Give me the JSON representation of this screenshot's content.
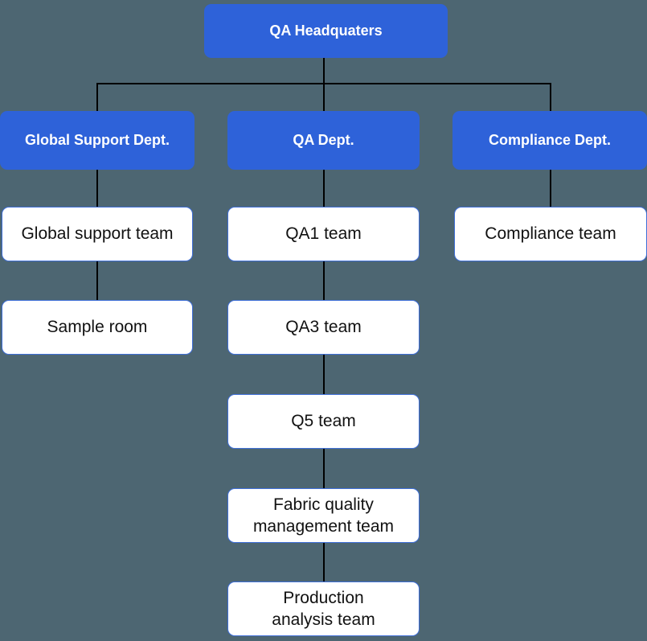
{
  "colors": {
    "background": "#4d6672",
    "node-blue": "#2e62d9",
    "node-white": "#ffffff",
    "node-border": "#3f6fd8",
    "line": "#000000",
    "text-dark": "#111111",
    "text-light": "#ffffff"
  },
  "root": {
    "label": "QA Headquaters"
  },
  "columns": [
    {
      "dept": "Global Support Dept.",
      "teams": [
        "Global support team",
        "Sample room"
      ]
    },
    {
      "dept": "QA Dept.",
      "teams": [
        "QA1 team",
        "QA3 team",
        "Q5 team",
        "Fabric quality\nmanagement team",
        "Production\nanalysis team"
      ]
    },
    {
      "dept": "Compliance Dept.",
      "teams": [
        "Compliance team"
      ]
    }
  ]
}
